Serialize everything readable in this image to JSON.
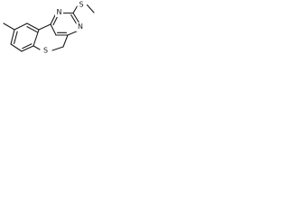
{
  "structure": {
    "atoms": {
      "n_top": "N",
      "n_bottom": "N",
      "s_methylthio": "S",
      "s_ring": "S"
    }
  }
}
